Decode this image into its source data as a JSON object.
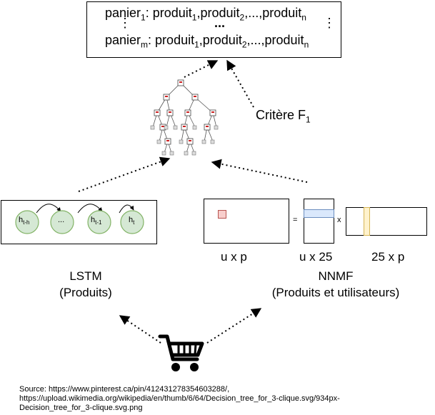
{
  "top_box": {
    "line1": {
      "prefix": "panier",
      "prefix_sub": "1",
      "sep": ": produit",
      "s1": "1",
      "mid1": ",produit",
      "s2": "2",
      "mid2": ",...,produit",
      "sn": "n"
    },
    "dots_left": "⋮",
    "dots_mid": "...",
    "dots_right": "⋮",
    "line2": {
      "prefix": "panier",
      "prefix_sub": "m",
      "sep": ": produit",
      "s1": "1",
      "mid1": ",produit",
      "s2": "2",
      "mid2": ",...,produit",
      "sn": "n"
    }
  },
  "critere": {
    "text": "Critère F",
    "sub": "1"
  },
  "lstm": {
    "nodes": [
      {
        "text": "h",
        "sub": "t-h"
      },
      {
        "text": "...",
        "sub": ""
      },
      {
        "text": "h",
        "sub": "t-1"
      },
      {
        "text": "h",
        "sub": "t"
      }
    ],
    "title": "LSTM",
    "subtitle": "(Produits)"
  },
  "nnmf": {
    "equals": "=",
    "times": "x",
    "dims": [
      "u x p",
      "u x 25",
      "25 x p"
    ],
    "title": "NNMF",
    "subtitle": "(Produits et utilisateurs)"
  },
  "source": {
    "line1": "Source: https://www.pinterest.ca/pin/412431278354603288/,",
    "line2": "https://upload.wikimedia.org/wikipedia/en/thumb/6/64/Decision_tree_for_3-clique.svg/934px-",
    "line3": "Decision_tree_for_3-clique.svg.png"
  },
  "colors": {
    "node_fill": "#d5e8d4",
    "node_stroke": "#82b366",
    "red_cell": "#f8cecc",
    "red_cell_stroke": "#b85450",
    "blue_band": "#dae8fc",
    "blue_band_stroke": "#6c8ebf",
    "yellow_band": "#fff2cc",
    "yellow_band_stroke": "#d6b656"
  },
  "icons": [
    "decision-tree-icon",
    "shopping-cart-icon"
  ]
}
